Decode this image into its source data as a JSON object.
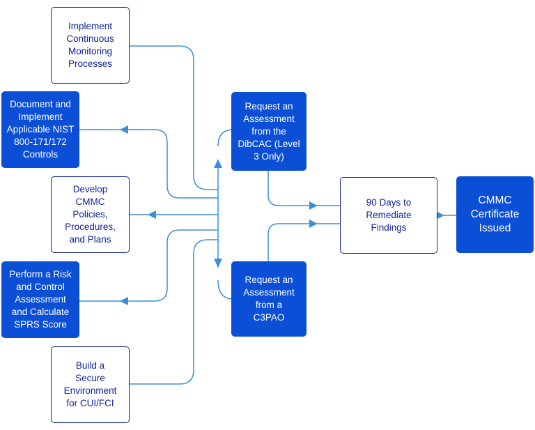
{
  "nodes": {
    "monitoring": "Implement\nContinuous\nMonitoring\nProcesses",
    "nist_controls": "Document and\nImplement\nApplicable NIST\n800-171/172\nControls",
    "policies": "Develop\nCMMC\nPolicies,\nProcedures,\nand Plans",
    "risk_assessment": "Perform a Risk\nand Control\nAssessment\nand Calculate\nSPRS Score",
    "secure_env": "Build a\nSecure\nEnvironment\nfor CUI/FCI",
    "dibcac": "Request an\nAssessment\nfrom the\nDibCAC (Level\n3 Only)",
    "c3pao": "Request an\nAssessment\nfrom a\nC3PAO",
    "remediate": "90 Days to\nRemediate\nFindings",
    "certificate": "CMMC\nCertificate\nIssued"
  },
  "colors": {
    "line": "#3a8fd6",
    "outline_border": "#10239a",
    "filled_box": "#0a4fd6"
  }
}
